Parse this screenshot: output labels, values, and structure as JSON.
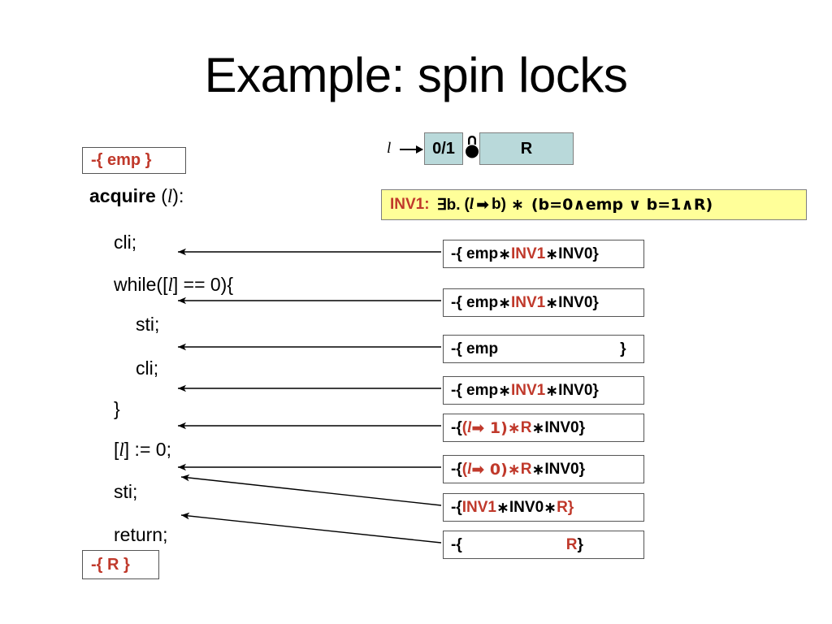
{
  "slide": {
    "title": "Example: spin locks"
  },
  "heap_diagram": {
    "variable": "l",
    "arrow_icon": "right-arrow-icon",
    "lock_icon": "padlock-icon",
    "cells": [
      {
        "label": "0/1",
        "name": "heap-cell-bit"
      },
      {
        "label": "R",
        "name": "heap-cell-resource"
      }
    ],
    "cell_color": "#b9d9da"
  },
  "invariant": {
    "label": "INV1:",
    "quantifier": "∃b.",
    "points_to_open": "(",
    "points_to_var": "l",
    "points_to_arrow": "➡",
    "points_to_val": "b)",
    "star": "∗",
    "body": "(b=0∧emp ∨ b=1∧R)",
    "label_color": "#c0392b",
    "background": "#ffff99"
  },
  "precondition": {
    "text": "-{ emp }",
    "color": "#c0392b"
  },
  "postcondition": {
    "text": "-{ R }",
    "color": "#c0392b"
  },
  "code": {
    "signature": {
      "keyword": "acquire",
      "open": " (",
      "param": "l",
      "close": "):"
    },
    "lines": [
      {
        "text": "cli;",
        "indent": 1
      },
      {
        "text": "while([l] == 0){",
        "indent": 1,
        "italic_at": "l"
      },
      {
        "text": "sti;",
        "indent": 2
      },
      {
        "text": "cli;",
        "indent": 2
      },
      {
        "text": "}",
        "indent": 1
      },
      {
        "text": "[l] := 0;",
        "indent": 1,
        "italic_at": "l"
      },
      {
        "text": "sti;",
        "indent": 1
      },
      {
        "text": "return;",
        "indent": 1
      }
    ]
  },
  "assertions": [
    {
      "id": "assert-1",
      "parts": [
        {
          "t": "-{ emp ",
          "c": "black"
        },
        {
          "t": "∗ ",
          "c": "black"
        },
        {
          "t": "INV1",
          "c": "red"
        },
        {
          "t": " ∗ ",
          "c": "black"
        },
        {
          "t": "INV0}",
          "c": "black"
        }
      ],
      "plain": "-{ emp * INV1 * INV0}"
    },
    {
      "id": "assert-2",
      "parts": [
        {
          "t": "-{ emp ",
          "c": "black"
        },
        {
          "t": "∗ ",
          "c": "black"
        },
        {
          "t": "INV1",
          "c": "red"
        },
        {
          "t": " ∗ ",
          "c": "black"
        },
        {
          "t": "INV0}",
          "c": "black"
        }
      ],
      "plain": "-{ emp * INV1 * INV0}"
    },
    {
      "id": "assert-3",
      "parts": [
        {
          "t": "-{ emp",
          "c": "black"
        },
        {
          "t": "GAP150",
          "c": "gap"
        },
        {
          "t": "}",
          "c": "black"
        }
      ],
      "plain": "-{ emp                 }"
    },
    {
      "id": "assert-4",
      "parts": [
        {
          "t": "-{ emp ",
          "c": "black"
        },
        {
          "t": "∗ ",
          "c": "black"
        },
        {
          "t": "INV1",
          "c": "red"
        },
        {
          "t": " ∗ ",
          "c": "black"
        },
        {
          "t": "INV0}",
          "c": "black"
        }
      ],
      "plain": "-{ emp * INV1 * INV0}"
    },
    {
      "id": "assert-5",
      "parts": [
        {
          "t": "-{ ",
          "c": "black"
        },
        {
          "t": "(",
          "c": "red"
        },
        {
          "t": "l",
          "c": "red-it"
        },
        {
          "t": " ➡ 1)",
          "c": "red"
        },
        {
          "t": " ∗ ",
          "c": "red"
        },
        {
          "t": "R",
          "c": "red"
        },
        {
          "t": " ∗ ",
          "c": "black"
        },
        {
          "t": "INV0}",
          "c": "black"
        }
      ],
      "plain": "-{ (l ➡ 1) * R * INV0}"
    },
    {
      "id": "assert-6",
      "parts": [
        {
          "t": "-{ ",
          "c": "black"
        },
        {
          "t": "(",
          "c": "red"
        },
        {
          "t": "l",
          "c": "red-it"
        },
        {
          "t": " ➡ 0)",
          "c": "red"
        },
        {
          "t": " ∗ ",
          "c": "red"
        },
        {
          "t": "R",
          "c": "red"
        },
        {
          "t": " ∗ ",
          "c": "black"
        },
        {
          "t": "INV0}",
          "c": "black"
        }
      ],
      "plain": "-{ (l ➡ 0) * R * INV0}"
    },
    {
      "id": "assert-7",
      "parts": [
        {
          "t": "-{ ",
          "c": "black"
        },
        {
          "t": "INV1",
          "c": "red"
        },
        {
          "t": " ∗ ",
          "c": "black"
        },
        {
          "t": "INV0",
          "c": "black"
        },
        {
          "t": " ∗ ",
          "c": "black"
        },
        {
          "t": "R}",
          "c": "red"
        }
      ],
      "plain": "-{ INV1 * INV0 * R}"
    },
    {
      "id": "assert-8",
      "parts": [
        {
          "t": "-{",
          "c": "black"
        },
        {
          "t": "GAP128",
          "c": "gap"
        },
        {
          "t": "R",
          "c": "red"
        },
        {
          "t": "}",
          "c": "black"
        }
      ],
      "plain": "-{                R}"
    }
  ],
  "colors": {
    "accent_red": "#c0392b",
    "cell_teal": "#b9d9da",
    "banner_yellow": "#ffff99",
    "border_gray": "#555555"
  }
}
